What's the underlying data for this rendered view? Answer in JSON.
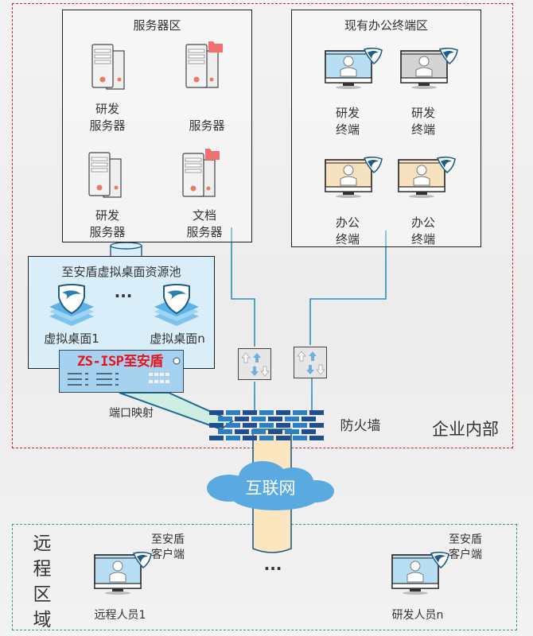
{
  "zones": {
    "enterprise": "企业内部",
    "remote": [
      "远",
      "程",
      "区",
      "域"
    ]
  },
  "server_area": {
    "title": "服务器区",
    "servers": [
      {
        "label_l1": "研发",
        "label_l2": "服务器",
        "icon": "server-icon"
      },
      {
        "label_l1": "",
        "label_l2": "服务器",
        "icon": "file-server-icon"
      },
      {
        "label_l1": "研发",
        "label_l2": "服务器",
        "icon": "server-icon"
      },
      {
        "label_l1": "文档",
        "label_l2": "服务器",
        "icon": "file-server-icon"
      }
    ]
  },
  "office_area": {
    "title": "现有办公终端区",
    "terminals": [
      {
        "label_l1": "研发",
        "label_l2": "终端",
        "screen": "#b8def3"
      },
      {
        "label_l1": "研发",
        "label_l2": "终端",
        "screen": "#d3d3d3"
      },
      {
        "label_l1": "办公",
        "label_l2": "终端",
        "screen": "#f7e2bf"
      },
      {
        "label_l1": "办公",
        "label_l2": "终端",
        "screen": "#f7e2bf"
      }
    ]
  },
  "vdi_pool": {
    "title": "至安盾虚拟桌面资源池",
    "desktops": [
      "虚拟桌面1",
      "虚拟桌面n"
    ],
    "ellipsis": "···"
  },
  "isp_device": {
    "title": "ZS-ISP至安盾"
  },
  "port_mapping": "端口映射",
  "firewall": "防火墙",
  "internet": "互联网",
  "remote_area": {
    "clients": [
      {
        "user": "远程人员1",
        "client_l1": "至安盾",
        "client_l2": "客户端"
      },
      {
        "user": "研发人员n",
        "client_l1": "至安盾",
        "client_l2": "客户端"
      }
    ],
    "ellipsis": "···"
  },
  "colors": {
    "enterprise_border": "#d0202a",
    "remote_border": "#3a9a78",
    "link": "#2b8fb8",
    "isp_title": "#e8141d",
    "brick_dark": "#1f4f8f",
    "brick_light": "#2e7fc2",
    "cloud": "#5aa9e0"
  }
}
